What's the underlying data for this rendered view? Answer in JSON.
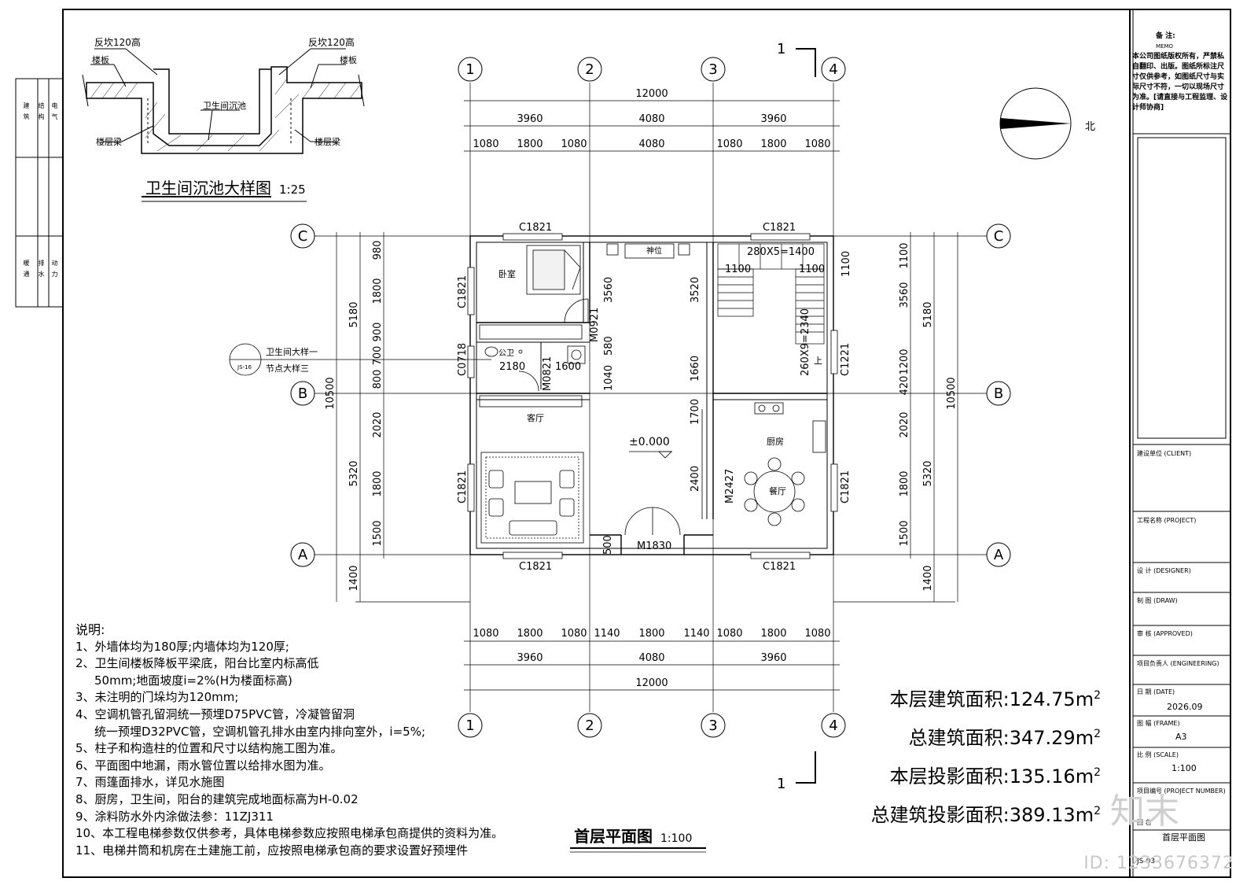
{
  "detail": {
    "title": "卫生间沉池大样图",
    "scale": "1:25",
    "left_top_label": "反坎120高",
    "right_top_label": "反坎120高",
    "slab_left": "楼板",
    "slab_right": "楼板",
    "pit": "卫生间沉池",
    "beam_left": "楼层梁",
    "beam_right": "楼层梁"
  },
  "side_strip": [
    "建筑",
    "结构",
    "电气",
    "暖通",
    "排水",
    "动力"
  ],
  "axes": {
    "columns": [
      "1",
      "2",
      "3",
      "4"
    ],
    "rows": [
      "C",
      "B",
      "A"
    ]
  },
  "section_mark": "1",
  "north": "北",
  "dims_top": {
    "total": "12000",
    "mid": [
      "3960",
      "4080",
      "3960"
    ],
    "fine": [
      "1080",
      "1800",
      "1080",
      "4080",
      "1080",
      "1800",
      "1080"
    ]
  },
  "dims_bottom": {
    "fine": [
      "1080",
      "1800",
      "1080",
      "1140",
      "1800",
      "1140",
      "1080",
      "1800",
      "1080"
    ],
    "mid": [
      "3960",
      "4080",
      "3960"
    ],
    "total": "12000"
  },
  "dims_left": {
    "total": "10500",
    "mid": [
      "5180",
      "5320",
      "1400"
    ],
    "fine": [
      "980",
      "1800",
      "900",
      "700",
      "800",
      "2020",
      "1800",
      "1500"
    ]
  },
  "dims_right": {
    "total": "10500",
    "mid": [
      "5180",
      "5320",
      "1400"
    ],
    "fine": [
      "1100",
      "3560",
      "1200",
      "420",
      "2020",
      "1800",
      "1500"
    ]
  },
  "rooms": {
    "bedroom": "卧室",
    "shrine": "神位",
    "toilet": "公卫",
    "living": "客厅",
    "kitchen": "厨房",
    "dining": "餐厅",
    "up": "上",
    "elevation": "±0.000"
  },
  "openings": {
    "c1821_top_left": "C1821",
    "c1821_top_right": "C1821",
    "c1821_left1": "C1821",
    "c1821_left2": "C1821",
    "c1821_right": "C1821",
    "c1221": "C1221",
    "c0718": "C0718",
    "m0921": "M0921",
    "m0821": "M0821",
    "m2427": "M2427",
    "m1830": "M1830",
    "c1821_bot_left": "C1821",
    "c1821_bot_right": "C1821"
  },
  "inner_dims": {
    "stair_top": "280X5=1400",
    "stair_side": "260X9=2340",
    "d1100a": "1100",
    "d1100b": "1100",
    "d1100c": "1100",
    "d3560": "3560",
    "d3520": "3520",
    "d580": "580",
    "d1040": "1040",
    "d1660": "1660",
    "d1700": "1700",
    "d2400": "2400",
    "d2180": "2180",
    "d1600": "1600",
    "d500": "500"
  },
  "callout": {
    "line1": "卫生间大样一",
    "line2": "节点大样三",
    "tag": "JS-16"
  },
  "plan_title": "首层平面图",
  "plan_scale": "1:100",
  "notes": {
    "heading": "说明:",
    "items": [
      "1、外墙体均为180厚;内墙体均为120厚;",
      "2、卫生间楼板降板平梁底，阳台比室内标高低",
      "   50mm;地面坡度i=2%(H为楼面标高)",
      "3、未注明的门垛均为120mm;",
      "4、空调机管孔留洞统一预埋D75PVC管，冷凝管留洞",
      "   统一预埋D32PVC管，空调机管孔排水由室内排向室外，i=5%;",
      "5、柱子和构造柱的位置和尺寸以结构施工图为准。",
      "6、平面图中地漏，雨水管位置以给排水图为准。",
      "7、雨篷面排水，详见水施图",
      "8、厨房，卫生间，阳台的建筑完成地面标高为H-0.02",
      "9、涂料防水外内涂做法参：11ZJ311",
      "10、本工程电梯参数仅供参考，具体电梯参数应按照电梯承包商提供的资料为准。",
      "11、电梯井筒和机房在土建施工前，应按照电梯承包商的要求设置好预埋件"
    ]
  },
  "areas": [
    {
      "label": "本层建筑面积:",
      "value": "124.75m",
      "unit": "2"
    },
    {
      "label": "总建筑面积:",
      "value": "347.29m",
      "unit": "2"
    },
    {
      "label": "本层投影面积:",
      "value": "135.16m",
      "unit": "2"
    },
    {
      "label": "总建筑投影面积:",
      "value": "389.13m",
      "unit": "2"
    }
  ],
  "memo": {
    "title": "备 注:",
    "sub": "MEMO",
    "text": "本公司图纸版权所有，严禁私自翻印、出版。图纸所标注尺寸仅供参考，如图纸尺寸与实际尺寸不符，一切以现场尺寸为准。[请直接与工程监理、设计师协商]"
  },
  "titleblock": {
    "client": "建设单位 (CLIENT)",
    "project": "工程名称 (PROJECT)",
    "designer": "设 计 (DESIGNER)",
    "draw": "制 图 (DRAW)",
    "approved": "审 核 (APPROVED)",
    "engineering": "项目负责人 (ENGINEERING)",
    "date_label": "日 期 (DATE)",
    "date": "2026.09",
    "frame_label": "图 幅 (FRAME)",
    "frame": "A3",
    "scale_label": "比 例 (SCALE)",
    "scale": "1:100",
    "projno_label": "项目编号 (PROJECT NUMBER)",
    "name_label": "图 名",
    "name": "首层平面图",
    "code": "JS-03"
  },
  "id_text": "ID: 1233676372",
  "logo": "知末"
}
